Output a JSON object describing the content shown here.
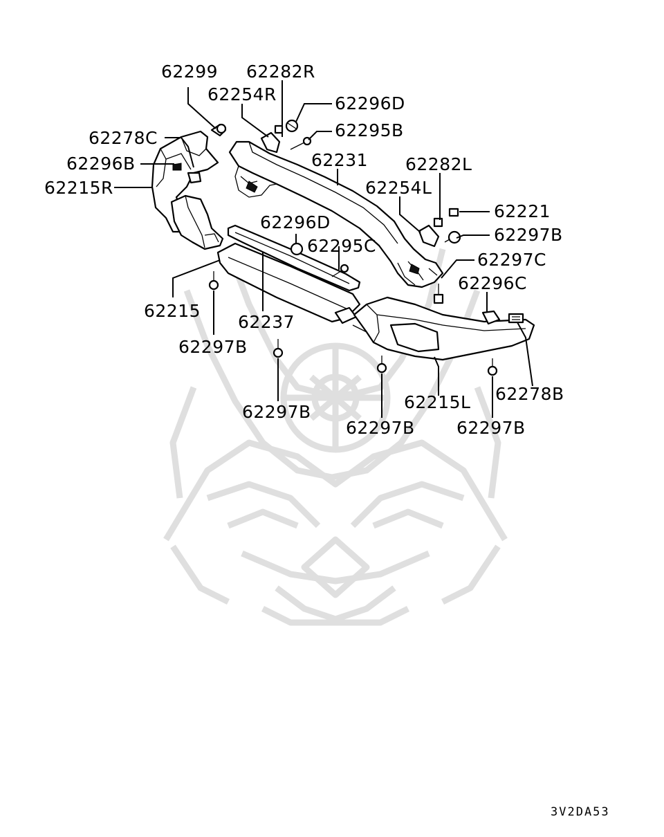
{
  "diagram": {
    "callouts": [
      {
        "id": "62299",
        "text": "62299"
      },
      {
        "id": "62282R",
        "text": "62282R"
      },
      {
        "id": "62254R",
        "text": "62254R"
      },
      {
        "id": "62296D_top",
        "text": "62296D"
      },
      {
        "id": "62295B",
        "text": "62295B"
      },
      {
        "id": "62278C",
        "text": "62278C"
      },
      {
        "id": "62296B",
        "text": "62296B"
      },
      {
        "id": "62231",
        "text": "62231"
      },
      {
        "id": "62282L",
        "text": "62282L"
      },
      {
        "id": "62215R",
        "text": "62215R"
      },
      {
        "id": "62254L",
        "text": "62254L"
      },
      {
        "id": "62221",
        "text": "62221"
      },
      {
        "id": "62296D_mid",
        "text": "62296D"
      },
      {
        "id": "62297B_right",
        "text": "62297B"
      },
      {
        "id": "62295C",
        "text": "62295C"
      },
      {
        "id": "62297C",
        "text": "62297C"
      },
      {
        "id": "62296C",
        "text": "62296C"
      },
      {
        "id": "62215",
        "text": "62215"
      },
      {
        "id": "62237",
        "text": "62237"
      },
      {
        "id": "62297B_left",
        "text": "62297B"
      },
      {
        "id": "62278B",
        "text": "62278B"
      },
      {
        "id": "62215L",
        "text": "62215L"
      },
      {
        "id": "62297B_center",
        "text": "62297B"
      },
      {
        "id": "62297B_bottom1",
        "text": "62297B"
      },
      {
        "id": "62297B_bottom2",
        "text": "62297B"
      }
    ],
    "diagram_code": "3V2DA53"
  }
}
